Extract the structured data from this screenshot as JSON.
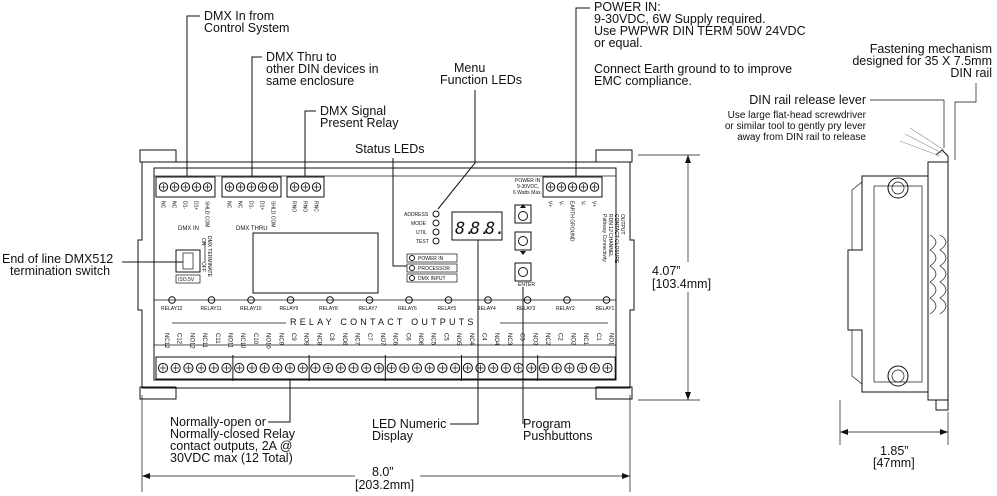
{
  "callouts": {
    "dmx_in": [
      "DMX In from",
      "Control System"
    ],
    "dmx_thru": [
      "DMX Thru to",
      "other DIN devices in",
      "same enclosure"
    ],
    "dmx_signal": [
      "DMX Signal",
      "Present Relay"
    ],
    "menu_leds": [
      "Menu",
      "Function LEDs"
    ],
    "status_leds": [
      "Status LEDs"
    ],
    "power_in": [
      "POWER IN:",
      "9-30VDC, 6W Supply required.",
      "Use PWPWR DIN TERM 50W 24VDC",
      "or equal.",
      "",
      "Connect Earth ground to to improve",
      "EMC compliance."
    ],
    "eol_switch": [
      "End of line DMX512",
      "termination switch"
    ],
    "relay_outputs": [
      "Normally-open or",
      "Normally-closed Relay",
      "contact outputs, 2A @",
      "30VDC max (12 Total)"
    ],
    "led_display": [
      "LED Numeric",
      "Display"
    ],
    "pushbuttons": [
      "Program",
      "Pushbuttons"
    ],
    "fastening": [
      "Fastening mechanism",
      "designed for 35 X 7.5mm",
      "DIN rail"
    ],
    "din_release": [
      "DIN rail release lever"
    ],
    "din_release_note": [
      "Use large flat-head screwdriver",
      "or similar tool to gently pry lever",
      "away from DIN rail to release"
    ]
  },
  "dimensions": {
    "width_in": "8.0”",
    "width_mm": "[203.2mm]",
    "height_in": "4.07”",
    "height_mm": "[103.4mm]",
    "depth_in": "1.85”",
    "depth_mm": "[47mm]"
  },
  "device": {
    "top_terminals": {
      "dmx_in": [
        "NC",
        "NC",
        "D1-",
        "D1+",
        "SHLD COM"
      ],
      "dmx_thru": [
        "NC",
        "NC",
        "D1-",
        "D1+",
        "SHLD COM"
      ],
      "signal_relay": [
        "RNO",
        "RNO",
        "RNC"
      ],
      "power": [
        "V+",
        "V-",
        "EARTH GROUND",
        "V-",
        "V+"
      ]
    },
    "group_labels": {
      "dmx_in": "DMX IN",
      "dmx_thru": "DMX THRU"
    },
    "dmx_terminate": [
      "DMX TERMINATE",
      "ON",
      "OFF"
    ],
    "iso_label": "ISO.5V",
    "menu_leds": [
      "ADDRESS",
      "MODE",
      "UTIL",
      "TEST"
    ],
    "status_leds": [
      "POWER IN",
      "PROCESSOR",
      "DMX INPUT"
    ],
    "display_digits": [
      "8.",
      "8.",
      "8."
    ],
    "power_note": [
      "POWER IN",
      "9-30VDC,",
      "6 Watts Max."
    ],
    "enter_label": "ENTER",
    "side_text": [
      "Pathway Connectivity",
      "RDN 12 CHANNEL",
      "CONTACT CLOSURE",
      "OUTPUT"
    ],
    "relay_leds": [
      "RELAY12",
      "RELAY11",
      "RELAY10",
      "RELAY9",
      "RELAY8",
      "RELAY7",
      "RELAY6",
      "RELAY5",
      "RELAY4",
      "RELAY3",
      "RELAY2",
      "RELAY1"
    ],
    "relay_header": "RELAY CONTACT OUTPUTS",
    "bottom_terminals": [
      "NC12",
      "C12",
      "NO12",
      "NC11",
      "C11",
      "NO11",
      "NC10",
      "C10",
      "NO10",
      "NC9",
      "C9",
      "NO9",
      "NC8",
      "C8",
      "NO8",
      "NC7",
      "C7",
      "NO7",
      "NC6",
      "C6",
      "NO6",
      "NC5",
      "C5",
      "NO5",
      "NC4",
      "C4",
      "NO4",
      "NC3",
      "C3",
      "NO3",
      "NC2",
      "C2",
      "NO2",
      "NC1",
      "C1",
      "NO1"
    ]
  }
}
